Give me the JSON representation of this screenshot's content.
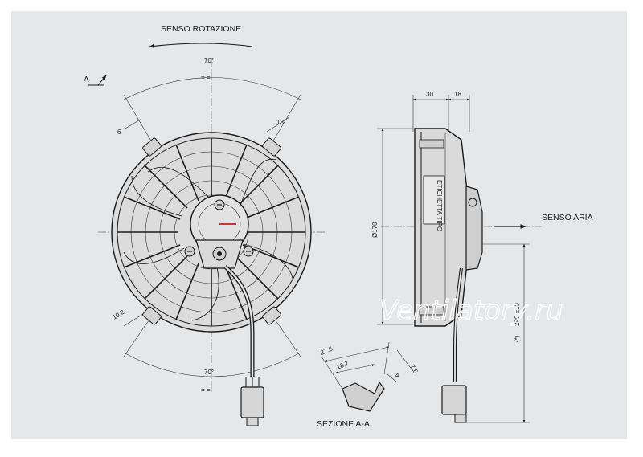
{
  "labels": {
    "rotation": "SENSO ROTAZIONE",
    "airflow": "SENSO ARIA",
    "section": "SEZIONE A-A",
    "section_mark_top": "A",
    "section_mark_mid": "A",
    "watermark": "Ventilatory.ru",
    "label_area": "ETICHETTA TIPO"
  },
  "dimensions": {
    "angle_top": "70°",
    "angle_bottom": "70°",
    "slot_width": "6",
    "slot_right": "18",
    "hole_spacing": "10.2",
    "depth_body": "30",
    "depth_motor": "18",
    "diameter": "Ø170",
    "cable_length": "290 ±10",
    "cable_note": "(*)",
    "sec_total": "27.6",
    "sec_mid": "18.7",
    "sec_small": "7.6",
    "sec_tab": "4",
    "eq_mark": "= ="
  }
}
